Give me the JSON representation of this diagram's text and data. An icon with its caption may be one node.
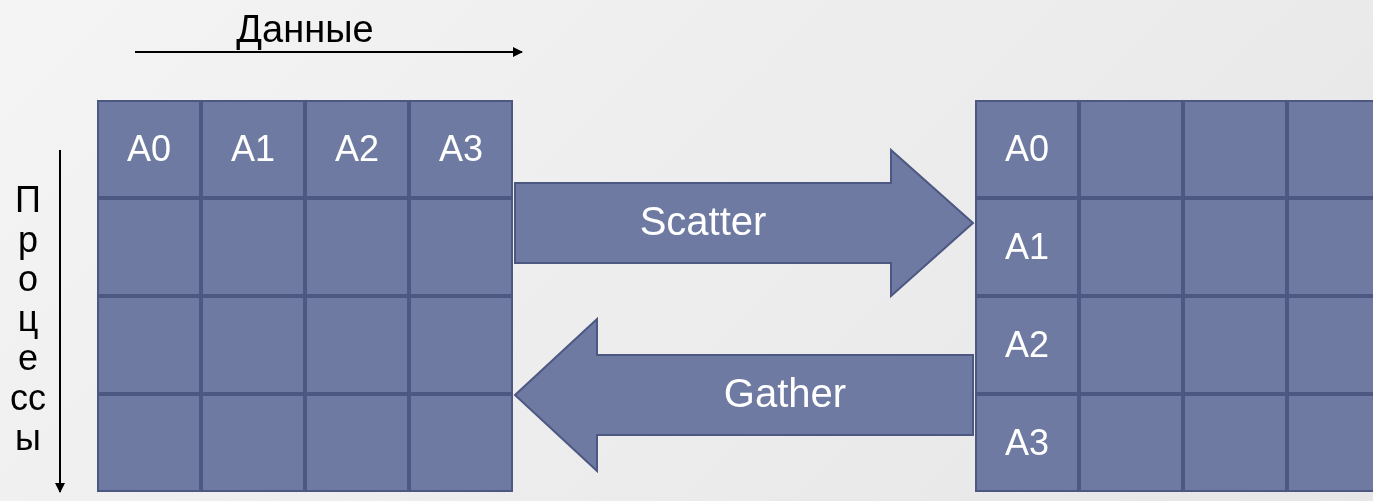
{
  "diagram": {
    "nodes": [
      {
        "text": [],
        "shape": "box"
      },
      {
        "text": [
          "A0"
        ],
        "in": 0
      },
      {
        "text": [
          "A1"
        ],
        "in": 0
      },
      {
        "text": [
          "A2"
        ],
        "in": 0
      },
      {
        "text": [
          "A3"
        ],
        "in": 0
      },
      {
        "text": [],
        "shape": "box",
        "in": 0
      },
      {
        "text": [],
        "shape": "box",
        "in": 0
      },
      {
        "text": [],
        "shape": "box",
        "in": 0
      },
      {
        "text": [],
        "shape": "box",
        "in": 0
      },
      {
        "text": [],
        "shape": "box",
        "in": 0
      },
      {
        "text": [],
        "shape": "box",
        "in": 0
      },
      {
        "text": [],
        "shape": "box",
        "in": 0
      },
      {
        "text": [],
        "shape": "box",
        "in": 0
      },
      {
        "text": [],
        "shape": "box",
        "in": 0
      },
      {
        "text": [],
        "shape": "box",
        "in": 0
      },
      {
        "text": [],
        "shape": "box",
        "in": 0
      },
      {
        "text": [],
        "shape": "box",
        "in": 0
      },
      {
        "text": [],
        "shape": "box"
      },
      {
        "text": [
          "A0"
        ],
        "in": 17
      },
      {
        "text": [],
        "shape": "box",
        "in": 17
      },
      {
        "text": [],
        "shape": "box",
        "in": 17
      },
      {
        "text": [],
        "shape": "box",
        "in": 17
      },
      {
        "text": [
          "A1"
        ],
        "in": 17
      },
      {
        "text": [],
        "shape": "box",
        "in": 17
      },
      {
        "text": [],
        "shape": "box",
        "in": 17
      },
      {
        "text": [],
        "shape": "box",
        "in": 17
      },
      {
        "text": [
          "A2"
        ],
        "in": 17
      },
      {
        "text": [],
        "shape": "box",
        "in": 17
      },
      {
        "text": [],
        "shape": "box",
        "in": 17
      },
      {
        "text": [],
        "shape": "box",
        "in": 17
      },
      {
        "text": [
          "A3"
        ],
        "in": 17
      },
      {
        "text": [],
        "shape": "box",
        "in": 17
      },
      {
        "text": [],
        "shape": "box",
        "in": 17
      },
      {
        "text": [],
        "shape": "box",
        "in": 17
      }
    ],
    "edges": [
      {
        "from": 0,
        "to": 17,
        "arrow": "to",
        "label": "Scatter",
        "style": "thick"
      },
      {
        "from": 17,
        "to": 0,
        "arrow": "to",
        "label": "Gather",
        "style": "thick"
      }
    ],
    "labels": [
      "Данные",
      "Процессы"
    ]
  }
}
